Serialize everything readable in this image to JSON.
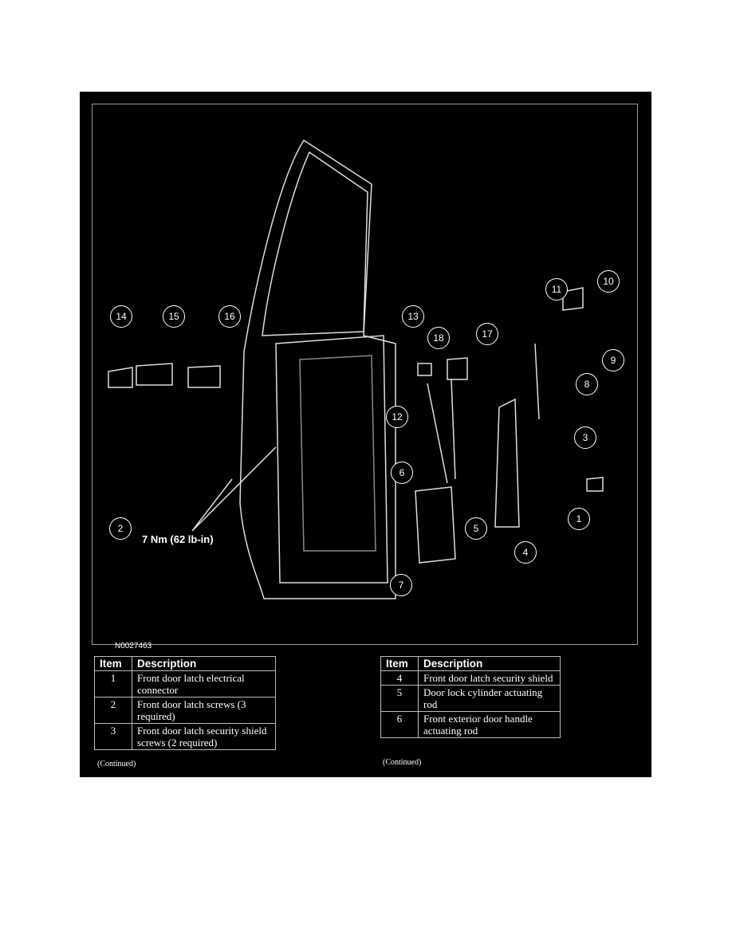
{
  "diagram": {
    "code": "N0027463",
    "torque": "7 Nm (62 lb-in)",
    "callouts": [
      "14",
      "15",
      "16",
      "13",
      "18",
      "17",
      "11",
      "10",
      "9",
      "8",
      "12",
      "6",
      "5",
      "3",
      "1",
      "4",
      "7",
      "2"
    ]
  },
  "tables": [
    {
      "headers": [
        "Item",
        "Description"
      ],
      "rows": [
        [
          "1",
          "Front door latch electrical connector"
        ],
        [
          "2",
          "Front door latch screws (3 required)"
        ],
        [
          "3",
          "Front door latch security shield screws (2 required)"
        ]
      ],
      "footer": "(Continued)"
    },
    {
      "headers": [
        "Item",
        "Description"
      ],
      "rows": [
        [
          "4",
          "Front door latch security shield"
        ],
        [
          "5",
          "Door lock cylinder actuating rod"
        ],
        [
          "6",
          "Front exterior door handle actuating rod"
        ]
      ],
      "footer": "(Continued)"
    }
  ]
}
